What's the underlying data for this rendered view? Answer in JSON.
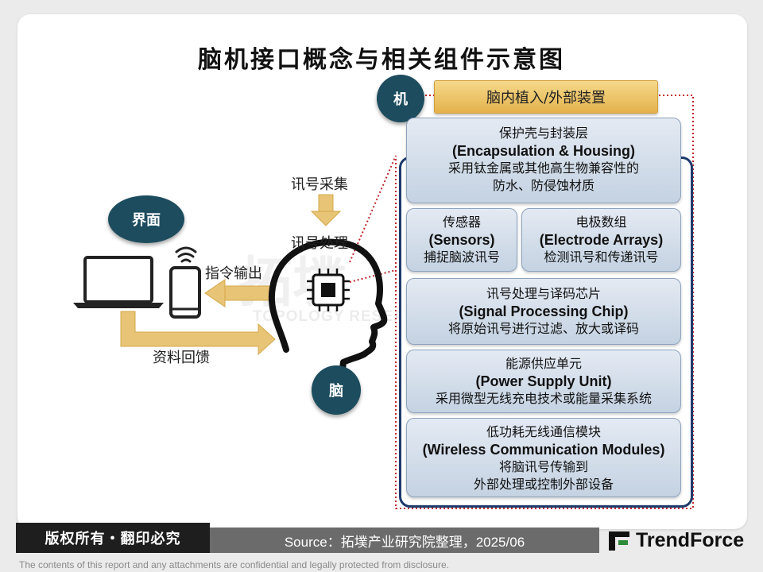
{
  "title": "脑机接口概念与相关组件示意图",
  "nodes": {
    "machine": "机",
    "interface": "界面",
    "brain": "脑"
  },
  "banner": "脑内植入/外部装置",
  "flow": {
    "signal_collect": "讯号采集",
    "signal_process": "讯号处理",
    "command_output": "指令输出",
    "data_feedback": "资料回馈"
  },
  "components": {
    "encapsulation": {
      "zh": "保护壳与封装层",
      "en": "(Encapsulation & Housing)",
      "desc1": "采用钛金属或其他高生物兼容性的",
      "desc2": "防水、防侵蚀材质"
    },
    "sensors": {
      "zh": "传感器",
      "en": "(Sensors)",
      "desc": "捕捉脑波讯号"
    },
    "electrodes": {
      "zh": "电极数组",
      "en": "(Electrode Arrays)",
      "desc": "检测讯号和传递讯号"
    },
    "chip": {
      "zh": "讯号处理与译码芯片",
      "en": "(Signal Processing Chip)",
      "desc": "将原始讯号进行过滤、放大或译码"
    },
    "power": {
      "zh": "能源供应单元",
      "en": "(Power Supply Unit)",
      "desc": "采用微型无线充电技术或能量采集系统"
    },
    "wireless": {
      "zh": "低功耗无线通信模块",
      "en": "(Wireless Communication Modules)",
      "desc1": "将脑讯号传输到",
      "desc2": "外部处理或控制外部设备"
    }
  },
  "watermark": {
    "main": "拓墣",
    "sub": "TOPOLOGY RESEARCH INSTITUTE"
  },
  "footer": {
    "copyright": "版权所有・翻印必究",
    "source": "Source：拓墣产业研究院整理，2025/06",
    "brand": "TrendForce",
    "disclaimer": "The contents of this report and any attachments are confidential and legally protected from disclosure."
  },
  "colors": {
    "navy": "#1c4c5e",
    "gold": "#e3b24d",
    "box_blue": "#c4d2e2",
    "border_navy": "#1d3a6b",
    "dotted_red": "#c0282d"
  }
}
